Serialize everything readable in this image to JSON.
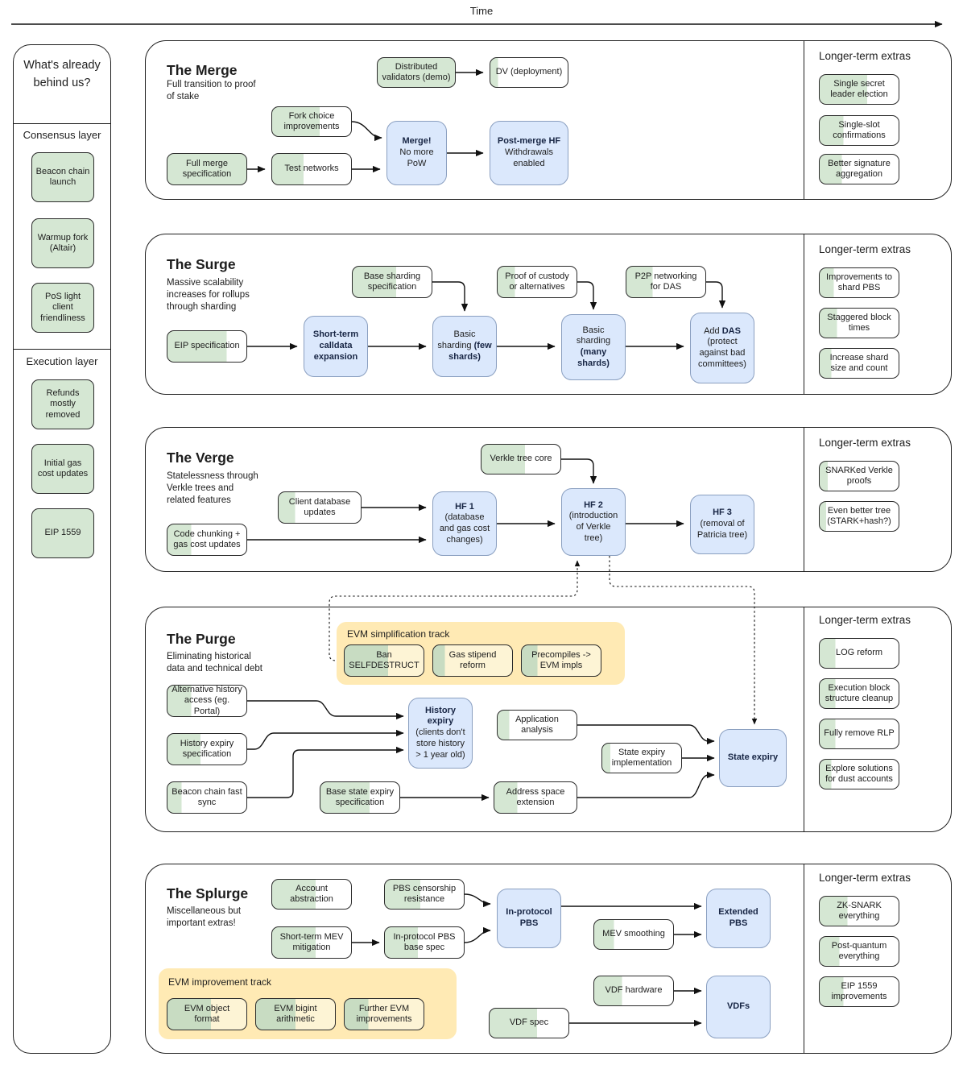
{
  "timeline": {
    "label": "Time"
  },
  "colors": {
    "done_green": "#d5e7d3",
    "progress_green_on_yellow": "#c8dcc2",
    "milestone_blue": "#dbe8fc",
    "milestone_border": "#8a9fc0",
    "track_yellow": "#ffeab4",
    "track_item_yellow": "#fdf4d5"
  },
  "sidebar": {
    "title": "What's already behind us?",
    "sections": [
      {
        "label": "Consensus layer",
        "items": [
          {
            "label": "Beacon chain launch",
            "progress": 100
          },
          {
            "label": "Warmup fork (Altair)",
            "progress": 100
          },
          {
            "label": "PoS light client friendliness",
            "progress": 100
          }
        ]
      },
      {
        "label": "Execution layer",
        "items": [
          {
            "label": "Refunds mostly removed",
            "progress": 100
          },
          {
            "label": "Initial gas cost updates",
            "progress": 100
          },
          {
            "label": "EIP 1559",
            "progress": 100
          }
        ]
      }
    ]
  },
  "sections": {
    "merge": {
      "title": "The Merge",
      "subtitle": "Full transition to proof of stake",
      "extras_title": "Longer-term extras",
      "tasks": {
        "distributed_validators": {
          "label": "Distributed validators (demo)",
          "progress": 100
        },
        "dv_deployment": {
          "label": "DV (deployment)",
          "progress": 10
        },
        "fork_choice": {
          "label": "Fork choice improvements",
          "progress": 60
        },
        "full_merge_spec": {
          "label": "Full merge specification",
          "progress": 100
        },
        "test_networks": {
          "label": "Test networks",
          "progress": 40
        }
      },
      "milestones": {
        "merge": {
          "pre": "",
          "bold": "Merge!",
          "rest": "No more PoW"
        },
        "post_merge_hf": {
          "pre": "",
          "bold": "Post-merge HF",
          "rest": "Withdrawals enabled"
        }
      },
      "extras": [
        {
          "label": "Single secret leader election",
          "progress": 60
        },
        {
          "label": "Single-slot confirmations",
          "progress": 30
        },
        {
          "label": "Better signature aggregation",
          "progress": 28
        }
      ]
    },
    "surge": {
      "title": "The Surge",
      "subtitle": "Massive scalability increases for rollups through sharding",
      "extras_title": "Longer-term extras",
      "tasks": {
        "eip_spec": {
          "label": "EIP specification",
          "progress": 75
        },
        "base_sharding_spec": {
          "label": "Base sharding specification",
          "progress": 55
        },
        "proof_custody": {
          "label": "Proof of custody or alternatives",
          "progress": 22
        },
        "p2p_das": {
          "label": "P2P networking for DAS",
          "progress": 33
        }
      },
      "milestones": {
        "short_term_calldata": {
          "pre": "",
          "bold": "Short-term calldata expansion",
          "rest": ""
        },
        "basic_few": {
          "pre": "Basic sharding ",
          "bold": "(few shards)",
          "rest": ""
        },
        "basic_many": {
          "pre": "Basic sharding ",
          "bold": "(many shards)",
          "rest": ""
        },
        "add_das": {
          "pre": "Add ",
          "bold": "DAS",
          "rest": " (protect against bad committees)"
        }
      },
      "extras": [
        {
          "label": "Improvements to shard PBS",
          "progress": 18
        },
        {
          "label": "Staggered block times",
          "progress": 22
        },
        {
          "label": "Increase shard size and count",
          "progress": 15
        }
      ]
    },
    "verge": {
      "title": "The Verge",
      "subtitle": "Statelessness through Verkle trees and related features",
      "extras_title": "Longer-term extras",
      "tasks": {
        "verkle_core": {
          "label": "Verkle tree core",
          "progress": 55
        },
        "client_db": {
          "label": "Client database updates",
          "progress": 20
        },
        "code_chunking": {
          "label": "Code chunking + gas cost updates",
          "progress": 30
        }
      },
      "milestones": {
        "hf1": {
          "pre": "",
          "bold": "HF 1",
          "rest": "(database and gas cost changes)"
        },
        "hf2": {
          "pre": "",
          "bold": "HF 2",
          "rest": "(introduction of Verkle tree)"
        },
        "hf3": {
          "pre": "",
          "bold": "HF 3",
          "rest": "(removal of Patricia tree)"
        }
      },
      "extras": [
        {
          "label": "SNARKed Verkle proofs",
          "progress": 10
        },
        {
          "label": "Even better tree (STARK+hash?)",
          "progress": 8
        }
      ]
    },
    "purge": {
      "title": "The Purge",
      "subtitle": "Eliminating historical data and technical debt",
      "extras_title": "Longer-term extras",
      "track": {
        "label": "EVM simplification track",
        "items": {
          "ban_selfdestruct": {
            "label": "Ban SELFDESTRUCT",
            "progress": 55
          },
          "gas_stipend": {
            "label": "Gas stipend reform",
            "progress": 15
          },
          "precompiles": {
            "label": "Precompiles -> EVM impls",
            "progress": 20
          }
        }
      },
      "tasks": {
        "alt_history": {
          "label": "Alternative history access (eg. Portal)",
          "progress": 30
        },
        "history_expiry_spec": {
          "label": "History expiry specification",
          "progress": 42
        },
        "beacon_fast_sync": {
          "label": "Beacon chain fast sync",
          "progress": 18
        },
        "application_analysis": {
          "label": "Application analysis",
          "progress": 15
        },
        "base_state_expiry": {
          "label": "Base state expiry specification",
          "progress": 62
        },
        "address_space": {
          "label": "Address space extension",
          "progress": 28
        },
        "state_expiry_impl": {
          "label": "State expiry implementation",
          "progress": 10
        }
      },
      "milestones": {
        "history_expiry": {
          "pre": "",
          "bold": "History expiry",
          "rest": "(clients don't store history > 1 year old)"
        },
        "state_expiry": {
          "pre": "",
          "bold": "State expiry",
          "rest": ""
        }
      },
      "extras": [
        {
          "label": "LOG reform",
          "progress": 20
        },
        {
          "label": "Execution block structure cleanup",
          "progress": 20
        },
        {
          "label": "Fully remove RLP",
          "progress": 20
        },
        {
          "label": "Explore solutions for dust accounts",
          "progress": 15
        }
      ]
    },
    "splurge": {
      "title": "The Splurge",
      "subtitle": "Miscellaneous but important extras!",
      "extras_title": "Longer-term extras",
      "track": {
        "label": "EVM improvement track",
        "items": {
          "evm_object": {
            "label": "EVM object format",
            "progress": 55
          },
          "evm_bigint": {
            "label": "EVM bigint arithmetic",
            "progress": 50
          },
          "further_evm": {
            "label": "Further EVM improvements",
            "progress": 30
          }
        }
      },
      "tasks": {
        "account_abstraction": {
          "label": "Account abstraction",
          "progress": 55
        },
        "pbs_censorship": {
          "label": "PBS censorship resistance",
          "progress": 45
        },
        "short_term_mev": {
          "label": "Short-term MEV mitigation",
          "progress": 55
        },
        "inprotocol_base": {
          "label": "In-protocol PBS base spec",
          "progress": 42
        },
        "mev_smoothing": {
          "label": "MEV smoothing",
          "progress": 25
        },
        "vdf_hardware": {
          "label": "VDF hardware",
          "progress": 35
        },
        "vdf_spec": {
          "label": "VDF spec",
          "progress": 60
        }
      },
      "milestones": {
        "in_protocol_pbs": {
          "pre": "",
          "bold": "In-protocol PBS",
          "rest": ""
        },
        "extended_pbs": {
          "pre": "",
          "bold": "Extended PBS",
          "rest": ""
        },
        "vdfs": {
          "pre": "",
          "bold": "VDFs",
          "rest": ""
        }
      },
      "extras": [
        {
          "label": "ZK-SNARK everything",
          "progress": 35
        },
        {
          "label": "Post-quantum everything",
          "progress": 25
        },
        {
          "label": "EIP 1559 improvements",
          "progress": 30
        }
      ]
    }
  }
}
